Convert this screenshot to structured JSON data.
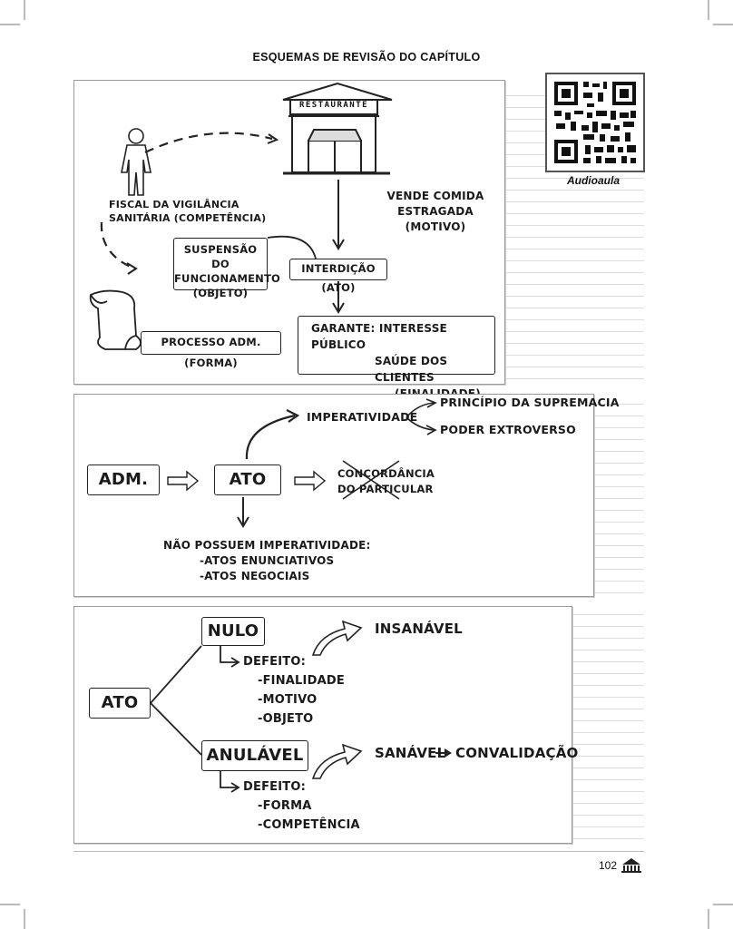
{
  "page": {
    "title": "ESQUEMAS DE REVISÃO DO CAPÍTULO",
    "page_number": "102"
  },
  "qr": {
    "label": "Audioaula"
  },
  "scheme1": {
    "restaurant_sign": "RESTAURANTE",
    "fiscal": [
      "FISCAL DA VIGILÂNCIA",
      "SANITÁRIA (COMPETÊNCIA)"
    ],
    "motivo": [
      "VENDE COMIDA",
      "ESTRAGADA",
      "(MOTIVO)"
    ],
    "objeto": [
      "SUSPENSÃO DO",
      "FUNCIONAMENTO",
      "(OBJETO)"
    ],
    "ato": "INTERDIÇÃO (ATO)",
    "forma": "PROCESSO ADM. (FORMA)",
    "finalidade": [
      "GARANTE: INTERESSE PÚBLICO",
      "SAÚDE DOS CLIENTES",
      "(FINALIDADE)"
    ]
  },
  "scheme2": {
    "adm": "ADM.",
    "ato": "ATO",
    "imperatividade": "IMPERATIVIDADE",
    "principio": "PRINCÍPIO DA SUPREMACIA",
    "poder": "PODER EXTROVERSO",
    "concordancia": [
      "CONCORDÂNCIA",
      "DO PARTICULAR"
    ],
    "nao_possuem": [
      "NÃO POSSUEM IMPERATIVIDADE:",
      "-ATOS ENUNCIATIVOS",
      "-ATOS NEGOCIAIS"
    ]
  },
  "scheme3": {
    "ato": "ATO",
    "nulo": "NULO",
    "insanavel": "INSANÁVEL",
    "nulo_defeito": [
      "DEFEITO:",
      "-FINALIDADE",
      "-MOTIVO",
      "-OBJETO"
    ],
    "anulavel": "ANULÁVEL",
    "sanavel": "SANÁVEL",
    "convalidacao": "CONVALIDAÇÃO",
    "anulavel_defeito": [
      "DEFEITO:",
      "-FORMA",
      "-COMPETÊNCIA"
    ]
  }
}
